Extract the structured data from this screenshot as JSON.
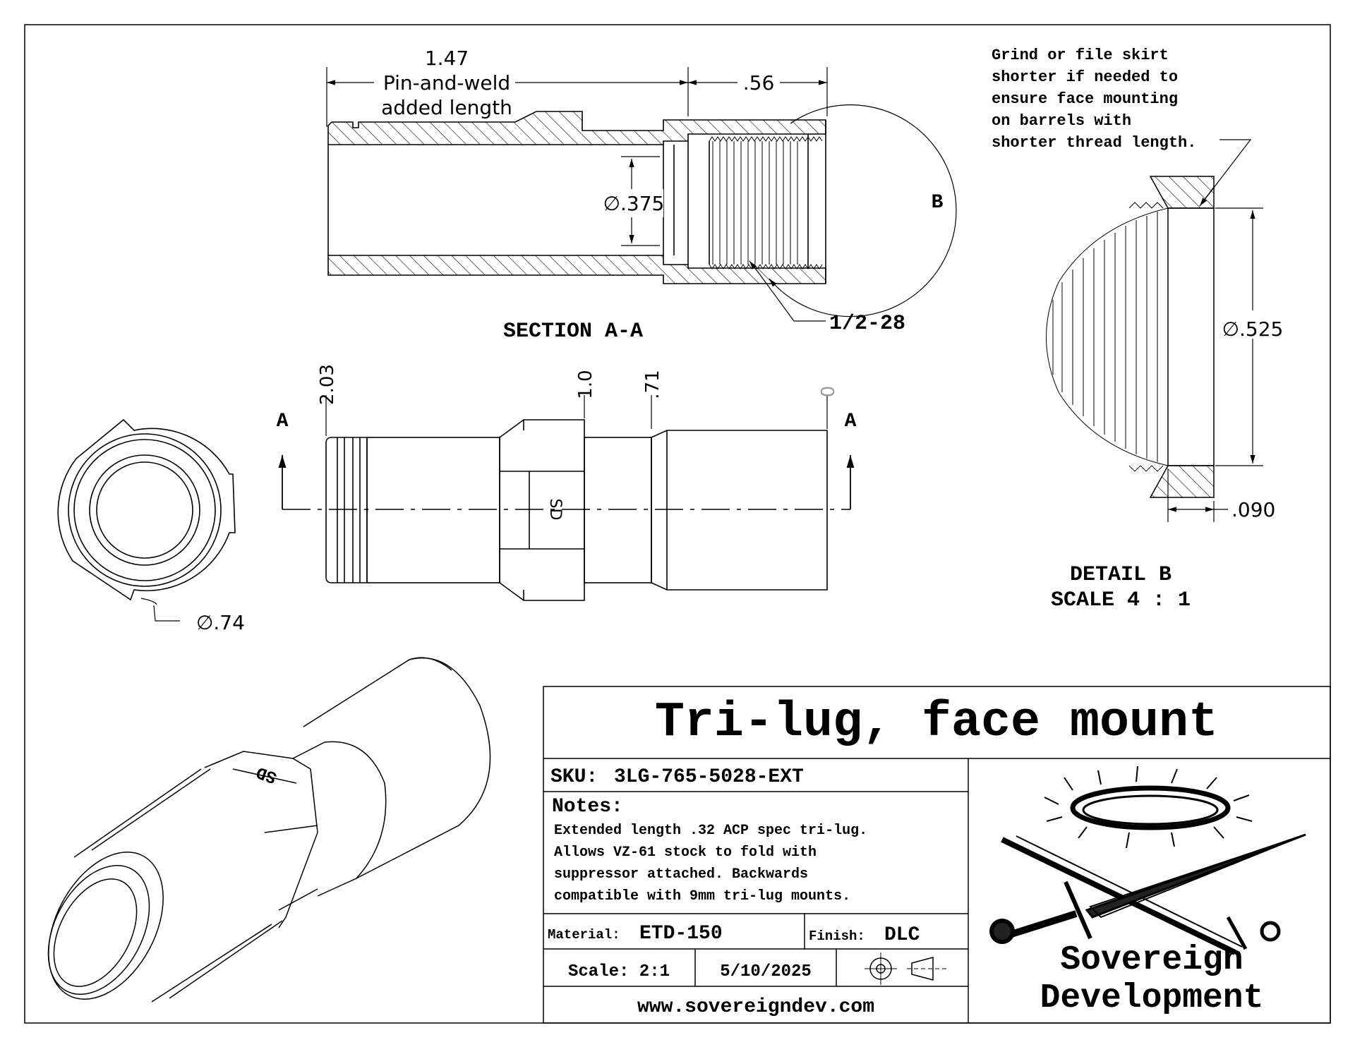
{
  "section_view": {
    "dim_length": "1.47",
    "dim_length_note_1": "Pin-and-weld",
    "dim_length_note_2": "added length",
    "dim_short": ".56",
    "dim_bore": "∅.375",
    "thread_callout": "1/2-28",
    "detail_marker": "B",
    "label": "SECTION A-A"
  },
  "side_view": {
    "station_labels": [
      "2.03",
      "1.0",
      ".71",
      "0"
    ],
    "section_marker": "A",
    "logo_engraving": "SD"
  },
  "end_view": {
    "dim_diameter": "∅.74"
  },
  "detail_view": {
    "note_lines": [
      "Grind or file skirt",
      "shorter if needed to",
      "ensure face mounting",
      "on barrels with",
      "shorter thread length."
    ],
    "dim_diameter": "∅.525",
    "dim_face": ".090",
    "label": "DETAIL B",
    "scale": "SCALE 4 : 1"
  },
  "iso_view": {
    "logo_engraving": "SD"
  },
  "title_block": {
    "title": "Tri-lug, face mount",
    "sku_label": "SKU:",
    "sku": "3LG-765-5028-EXT",
    "notes_label": "Notes:",
    "notes_lines": [
      "Extended length .32 ACP spec tri-lug.",
      "Allows VZ-61 stock to fold with",
      "suppressor attached. Backwards",
      "compatible with 9mm tri-lug mounts."
    ],
    "material_label": "Material:",
    "material": "ETD-150",
    "finish_label": "Finish:",
    "finish": "DLC",
    "scale": "Scale: 2:1",
    "date": "5/10/2025",
    "website": "www.sovereigndev.com",
    "company_line_1": "Sovereign",
    "company_line_2": "Development"
  }
}
